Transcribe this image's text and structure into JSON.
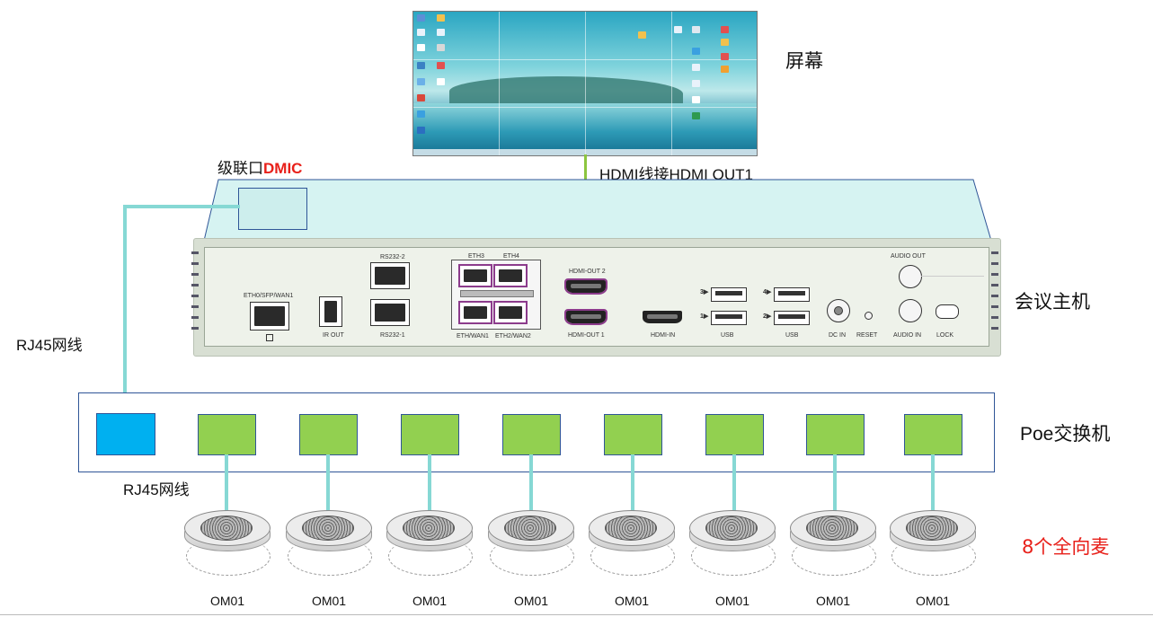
{
  "labels": {
    "screen": "屏幕",
    "hdmi_cable": "HDMI线接HDMI OUT1",
    "cascade_prefix": "级联口",
    "cascade_dmic": "DMIC",
    "host": "会议主机",
    "rj45_left": "RJ45网线",
    "rj45_bottom": "RJ45网线",
    "poe_switch": "Poe交换机",
    "mic_count": "8个全向麦"
  },
  "host_ports": {
    "eth0": "ETH0/SFP/WAN1",
    "ir_out": "IR OUT",
    "rs232_2": "RS232-2",
    "rs232_1": "RS232-1",
    "eth3": "ETH3",
    "eth4": "ETH4",
    "eth_wan1": "ETH/WAN1",
    "eth2_wan2": "ETH2/WAN2",
    "hdmi_out2": "HDMI-OUT 2",
    "hdmi_out1": "HDMI-OUT 1",
    "hdmi_in": "HDMI-IN",
    "usb_a": "USB",
    "usb_b": "USB",
    "usb_3": "3▶",
    "usb_1": "1▶",
    "usb_4": "4▶",
    "usb_2": "2▶",
    "dc_in": "DC IN",
    "reset": "RESET",
    "audio_out": "AUDIO OUT",
    "audio_in": "AUDIO IN",
    "lock": "LOCK"
  },
  "mics": [
    "OM01",
    "OM01",
    "OM01",
    "OM01",
    "OM01",
    "OM01",
    "OM01",
    "OM01"
  ],
  "colors": {
    "cable_rj45": "#86d8d4",
    "cable_hdmi": "#8cc63f",
    "switch_uplink_port": "#00b0f0",
    "switch_mic_port": "#92d050",
    "switch_border": "#2f5597",
    "host_top": "#d6f3f2",
    "accent_red": "#e8201a"
  }
}
